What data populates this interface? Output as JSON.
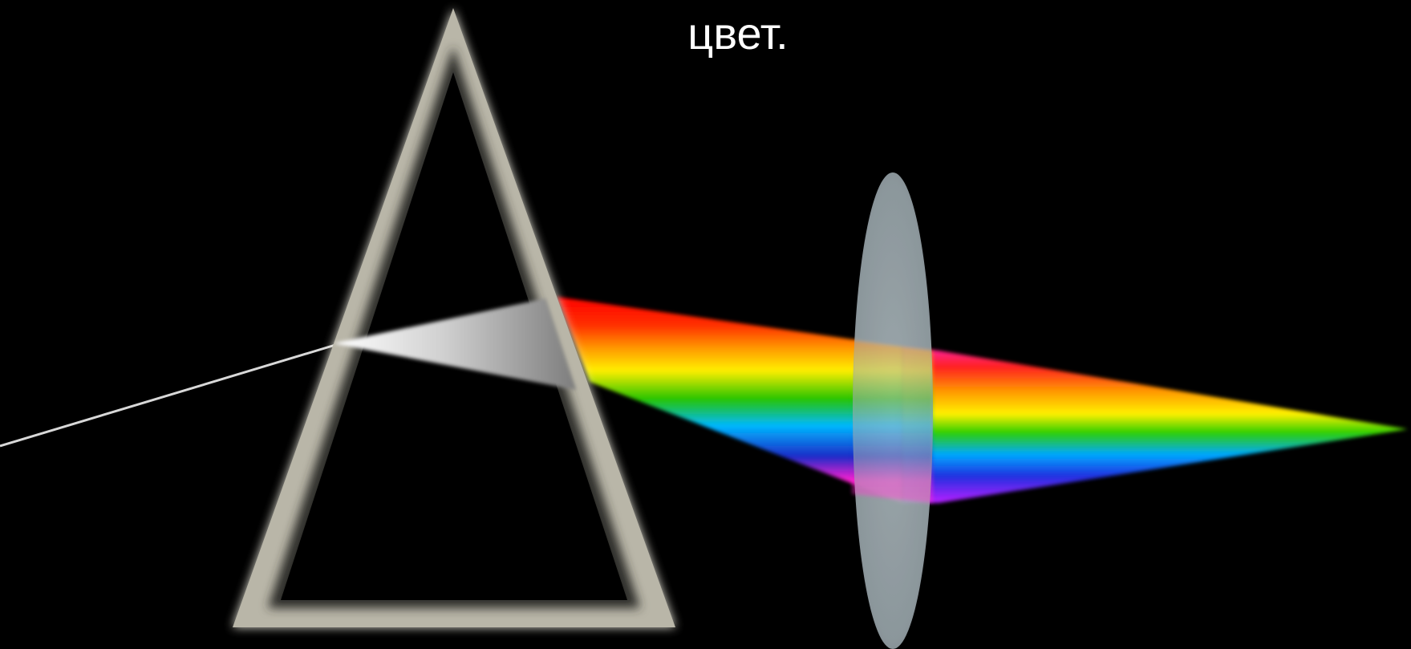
{
  "caption": "цвет.",
  "colors": {
    "background": "#000000",
    "prism_frame": "#c9c6b8",
    "incoming_ray": "#d6d6d6",
    "lens": "#8c9aa0",
    "spectrum": [
      "#ff0000",
      "#ff8a00",
      "#ffe600",
      "#2ecc00",
      "#00b4ff",
      "#1a2cc8",
      "#ff1fc8"
    ]
  },
  "objects": {
    "prism": "triangular-prism",
    "lens": "converging-lens",
    "incoming_ray": "white-light-ray",
    "dispersed_beam": "spectrum-beam",
    "recombined_beam": "focused-spectrum-beam"
  }
}
